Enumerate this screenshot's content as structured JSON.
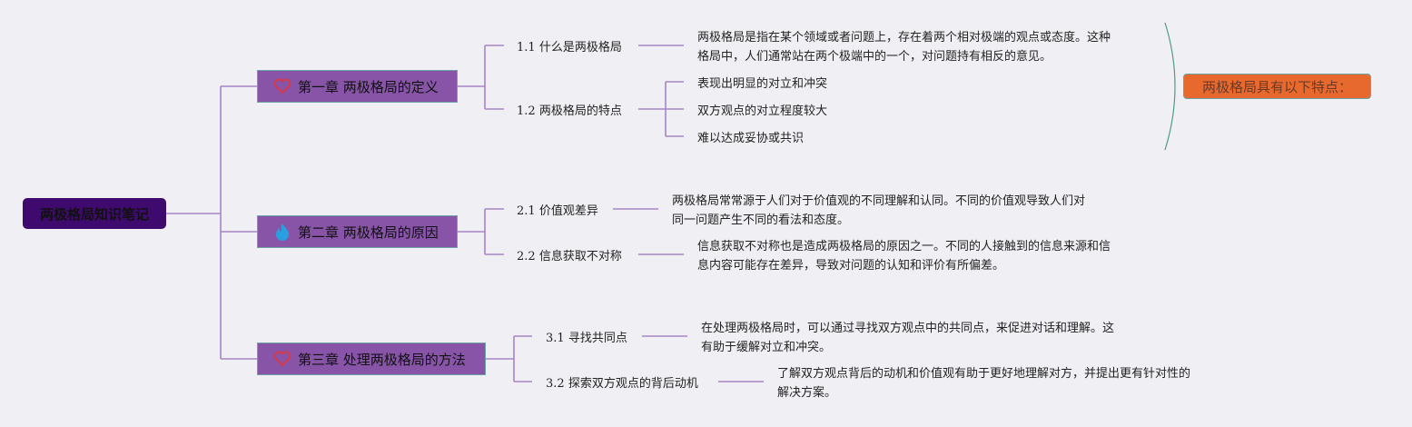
{
  "root": {
    "label": "两极格局知识笔记"
  },
  "chapters": [
    {
      "icon": "heart-icon",
      "label": "第一章 两极格局的定义",
      "subs": [
        {
          "num": "1.1",
          "title": "什么是两极格局",
          "desc": [
            "两极格局是指在某个领域或者问题上，存在着两个相对极端的观点或态度。这种",
            "格局中，人们通常站在两个极端中的一个，对问题持有相反的意见。"
          ]
        },
        {
          "num": "1.2",
          "title": "两极格局的特点",
          "items": [
            "表现出明显的对立和冲突",
            "双方观点的对立程度较大",
            "难以达成妥协或共识"
          ]
        }
      ]
    },
    {
      "icon": "flame-icon",
      "label": "第二章 两极格局的原因",
      "subs": [
        {
          "num": "2.1",
          "title": "价值观差异",
          "desc": [
            "两极格局常常源于人们对于价值观的不同理解和认同。不同的价值观导致人们对",
            "同一问题产生不同的看法和态度。"
          ]
        },
        {
          "num": "2.2",
          "title": "信息获取不对称",
          "desc": [
            "信息获取不对称也是造成两极格局的原因之一。不同的人接触到的信息来源和信",
            "息内容可能存在差异，导致对问题的认知和评价有所偏差。"
          ]
        }
      ]
    },
    {
      "icon": "heart-icon",
      "label": "第三章 处理两极格局的方法",
      "subs": [
        {
          "num": "3.1",
          "title": "寻找共同点",
          "desc": [
            "在处理两极格局时，可以通过寻找双方观点中的共同点，来促进对话和理解。这",
            "有助于缓解对立和冲突。"
          ]
        },
        {
          "num": "3.2",
          "title": "探索双方观点的背后动机",
          "desc": [
            "了解双方观点背后的动机和价值观有助于更好地理解对方，并提出更有针对性的",
            "解决方案。"
          ]
        }
      ]
    }
  ],
  "summary": {
    "label": "两极格局具有以下特点："
  },
  "colors": {
    "background": "#f0f0f4",
    "root": "#3f0a6e",
    "chapter": "#8754a8",
    "connector": "#a585c4",
    "summary": "#e8692d",
    "summary_bracket": "#4f9a86",
    "heart": "#d63a4a",
    "flame": "#2a9fe0"
  }
}
